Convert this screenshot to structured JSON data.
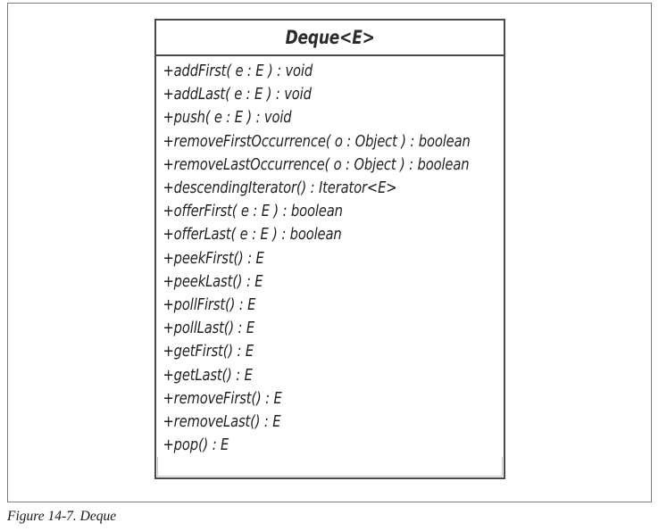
{
  "figure": {
    "caption": "Figure 14-7. Deque",
    "frame_border_color": "#7d7d7d",
    "background_color": "#ffffff"
  },
  "uml_class": {
    "stereotype": "",
    "name": "Deque<E>",
    "border_color": "#4a4a4a",
    "text_color": "#1f1f1f",
    "operations": [
      {
        "visibility": "+",
        "signature": "+addFirst( e : E ) : void"
      },
      {
        "visibility": "+",
        "signature": "+addLast( e : E ) : void"
      },
      {
        "visibility": "+",
        "signature": "+push( e : E ) : void"
      },
      {
        "visibility": "+",
        "signature": "+removeFirstOccurrence( o : Object ) : boolean"
      },
      {
        "visibility": "+",
        "signature": "+removeLastOccurrence( o : Object ) : boolean"
      },
      {
        "visibility": "+",
        "signature": "+descendingIterator() : Iterator<E>"
      },
      {
        "visibility": "+",
        "signature": "+offerFirst( e : E ) : boolean"
      },
      {
        "visibility": "+",
        "signature": "+offerLast( e : E ) : boolean"
      },
      {
        "visibility": "+",
        "signature": "+peekFirst() : E"
      },
      {
        "visibility": "+",
        "signature": "+peekLast() : E"
      },
      {
        "visibility": "+",
        "signature": "+pollFirst() : E"
      },
      {
        "visibility": "+",
        "signature": "+pollLast() : E"
      },
      {
        "visibility": "+",
        "signature": "+getFirst() : E"
      },
      {
        "visibility": "+",
        "signature": "+getLast() : E"
      },
      {
        "visibility": "+",
        "signature": "+removeFirst() : E"
      },
      {
        "visibility": "+",
        "signature": "+removeLast() : E"
      },
      {
        "visibility": "+",
        "signature": "+pop() : E"
      }
    ]
  }
}
